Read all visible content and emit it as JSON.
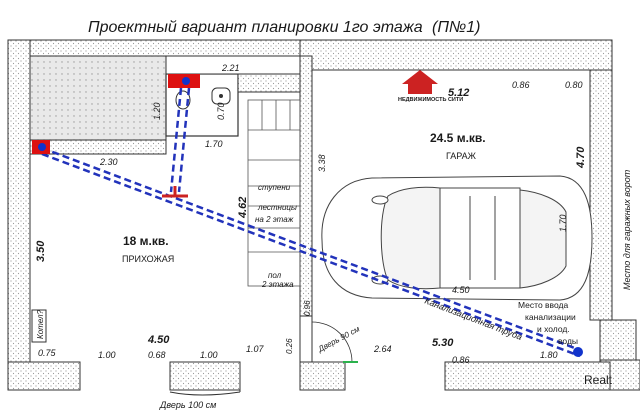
{
  "title": "Проектный вариант планировки 1го этажа",
  "plan_number": "(П№1)",
  "logo": {
    "text": "НЕДВИЖИМОСТЬ СИТИ"
  },
  "rooms": {
    "hall": {
      "area": "18 м.кв.",
      "name": "ПРИХОЖАЯ"
    },
    "garage": {
      "area": "24.5 м.кв.",
      "name": "ГАРАЖ"
    }
  },
  "stairs": {
    "line1": "ступени",
    "line2": "лестницы",
    "line3": "на 2 этаж",
    "floor1": "пол",
    "floor2": "2 этажа"
  },
  "labels": {
    "pipe": "Канализационная труба",
    "inlet1": "Место ввода",
    "inlet2": "канализации",
    "inlet3": "и холод.",
    "inlet4": "воды",
    "gate": "Место для гаражных ворот",
    "door90": "Дверь 90 см",
    "door100": "Дверь 100 см",
    "boiler": "Котел?",
    "watermark": "Realt"
  },
  "dims": {
    "d221": "2.21",
    "d120": "1.20",
    "d070": "0.70",
    "d170": "1.70",
    "d230": "2.30",
    "d350": "3.50",
    "d462": "4.62",
    "d338": "3.38",
    "d512": "5.12",
    "d086t": "0.86",
    "d080": "0.80",
    "d470": "4.70",
    "d170b": "1.70",
    "d450m": "4.50",
    "d096": "0.96",
    "d530": "5.30",
    "d026": "0.26",
    "d264": "2.64",
    "d180": "1.80",
    "d086b": "0.86",
    "d075": "0.75",
    "d100a": "1.00",
    "d068": "0.68",
    "d450b": "4.50",
    "d100b": "1.00",
    "d107": "1.07"
  }
}
